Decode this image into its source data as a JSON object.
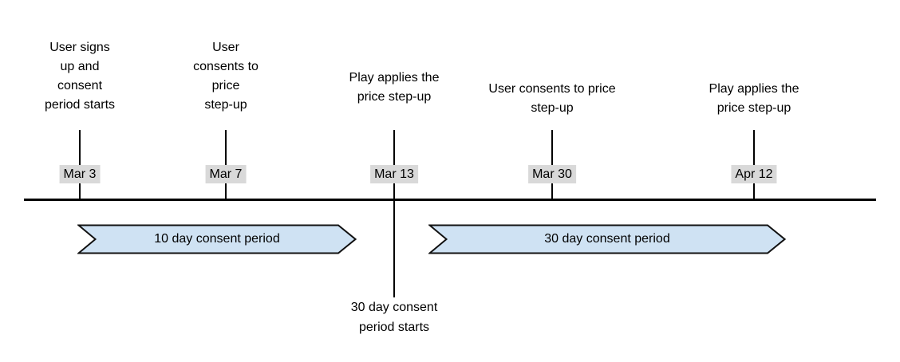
{
  "diagram": {
    "type": "timeline",
    "events": [
      {
        "date": "Mar 3",
        "label": "User signs\nup and\nconsent\nperiod starts"
      },
      {
        "date": "Mar 7",
        "label": "User\nconsents to\nprice\nstep-up"
      },
      {
        "date": "Mar 13",
        "label": "Play applies the\nprice step-up"
      },
      {
        "date": "Mar 30",
        "label": "User consents to price\nstep-up"
      },
      {
        "date": "Apr 12",
        "label": "Play applies the\nprice step-up"
      }
    ],
    "periods": [
      {
        "label": "10 day consent period"
      },
      {
        "label": "30 day consent period"
      }
    ],
    "callout": {
      "label": "30 day consent\nperiod starts"
    },
    "colors": {
      "period_fill": "#cfe2f3",
      "period_border": "#111111",
      "date_badge_bg": "#d9d9d9",
      "line": "#000000",
      "text": "#000000",
      "background": "#ffffff"
    }
  }
}
